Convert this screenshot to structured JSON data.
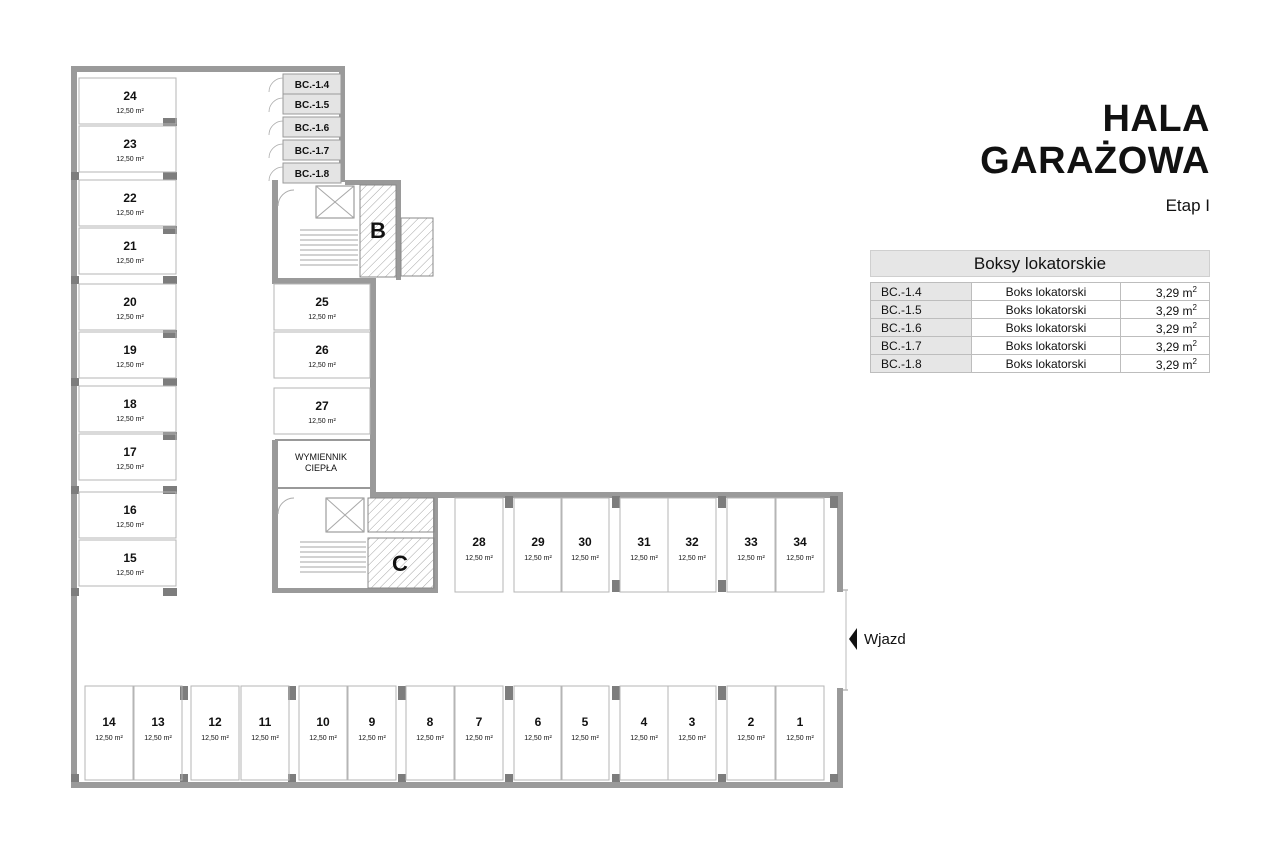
{
  "header": {
    "title_line1": "HALA",
    "title_line2": "GARAŻOWA",
    "subtitle": "Etap I"
  },
  "legend": {
    "title": "Boksy lokatorskie",
    "rows": [
      {
        "code": "BC.-1.4",
        "name": "Boks lokatorski",
        "area": "3,29 m",
        "unit_sup": "2"
      },
      {
        "code": "BC.-1.5",
        "name": "Boks lokatorski",
        "area": "3,29 m",
        "unit_sup": "2"
      },
      {
        "code": "BC.-1.6",
        "name": "Boks lokatorski",
        "area": "3,29 m",
        "unit_sup": "2"
      },
      {
        "code": "BC.-1.7",
        "name": "Boks lokatorski",
        "area": "3,29 m",
        "unit_sup": "2"
      },
      {
        "code": "BC.-1.8",
        "name": "Boks lokatorski",
        "area": "3,29 m",
        "unit_sup": "2"
      }
    ]
  },
  "plan": {
    "spot_area": "12,50 m²",
    "spots_left": [
      "24",
      "23",
      "22",
      "21",
      "20",
      "19",
      "18",
      "17",
      "16",
      "15"
    ],
    "spots_mid": [
      "25",
      "26",
      "27"
    ],
    "spots_top": [
      "28",
      "29",
      "30",
      "31",
      "32",
      "33",
      "34"
    ],
    "spots_bottom": [
      "14",
      "13",
      "12",
      "11",
      "10",
      "9",
      "8",
      "7",
      "6",
      "5",
      "4",
      "3",
      "2",
      "1"
    ],
    "storage": [
      "BC.-1.4",
      "BC.-1.5",
      "BC.-1.6",
      "BC.-1.7",
      "BC.-1.8"
    ],
    "stair_b": "B",
    "stair_c": "C",
    "heat_exchanger_line1": "WYMIENNIK",
    "heat_exchanger_line2": "CIEPŁA",
    "entrance": "Wjazd"
  },
  "colors": {
    "wall": "#9a9a9a",
    "wall_dark": "#7d7d7d",
    "storage_fill": "#e4e4e4",
    "hatch": "#8c8c8c",
    "text": "#111111"
  }
}
